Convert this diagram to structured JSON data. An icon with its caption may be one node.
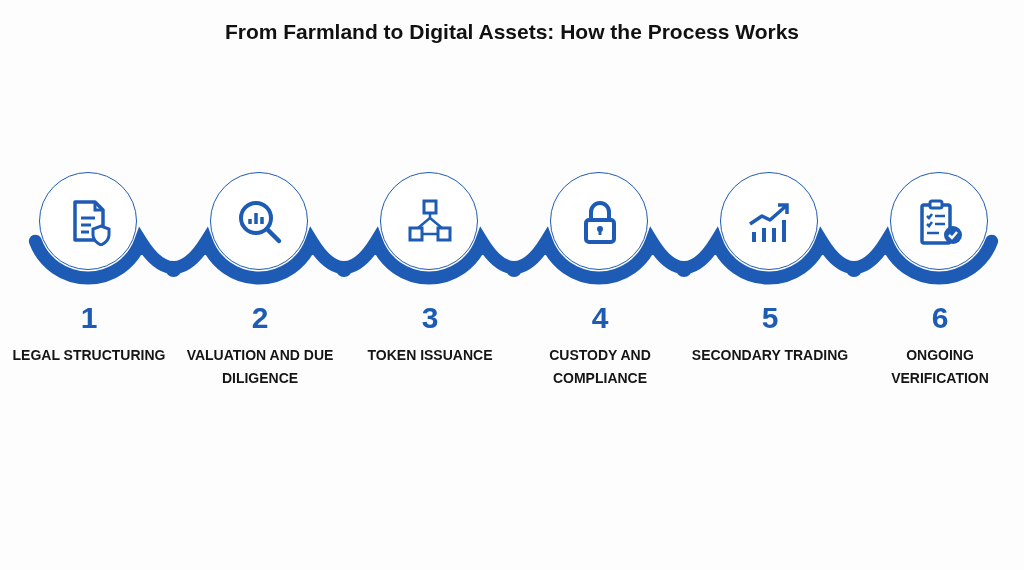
{
  "diagram": {
    "title": "From Farmland to Digital Assets: How the Process Works",
    "nodes": [
      {
        "text": [
          "1",
          "LEGAL STRUCTURING"
        ]
      },
      {
        "text": [
          "2",
          "VALUATION AND DUE DILIGENCE"
        ]
      },
      {
        "text": [
          "3",
          "TOKEN ISSUANCE"
        ]
      },
      {
        "text": [
          "4",
          "CUSTODY AND COMPLIANCE"
        ]
      },
      {
        "text": [
          "5",
          "SECONDARY TRADING"
        ]
      },
      {
        "text": [
          "6",
          "ONGOING VERIFICATION"
        ]
      }
    ],
    "edges": []
  }
}
